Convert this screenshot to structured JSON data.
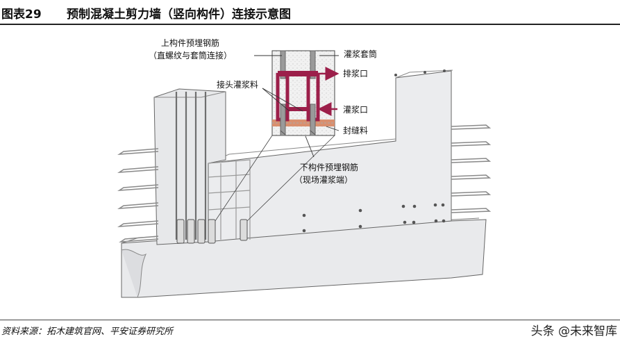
{
  "figure": {
    "number": "图表29",
    "caption": "预制混凝土剪力墙（竖向构件）连接示意图"
  },
  "labels": {
    "upper_rebar_line1": "上构件预埋钢筋",
    "upper_rebar_line2": "（直螺纹与套筒连接）",
    "grout_sleeve": "灌浆套筒",
    "grout_outlet": "排浆口",
    "joint_grout": "接头灌浆料",
    "grout_inlet": "灌浆口",
    "sealing_material": "封缝料",
    "lower_rebar_line1": "下构件预埋钢筋",
    "lower_rebar_line2": "（现场灌浆端）"
  },
  "footer": {
    "source": "资料来源：拓木建筑官网、平安证券研究所",
    "watermark": "头条 @未来智库"
  },
  "colors": {
    "sleeve": "#9c1f4a",
    "sealing": "#d98f6e",
    "concrete": "#e6e7e9",
    "rebar": "#7d7d7d"
  }
}
